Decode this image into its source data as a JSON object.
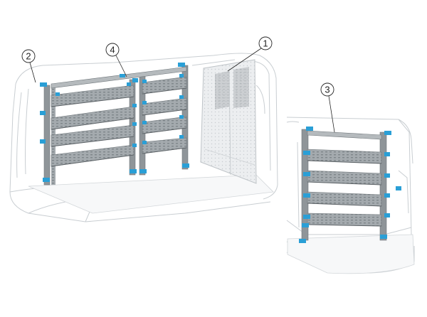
{
  "callouts": [
    {
      "id": "partition",
      "label": "1"
    },
    {
      "id": "left-wall-shelving",
      "label": "2"
    },
    {
      "id": "rear-shelving-unit",
      "label": "3"
    },
    {
      "id": "center-shelving-unit",
      "label": "4"
    }
  ],
  "colors": {
    "frame": "#8a9094",
    "shelf": "#9aa0a4",
    "shelf_dark": "#6f767a",
    "connector": "#2a9fd6",
    "van_outline": "#c9ced2",
    "partition": "#e8eaec"
  }
}
